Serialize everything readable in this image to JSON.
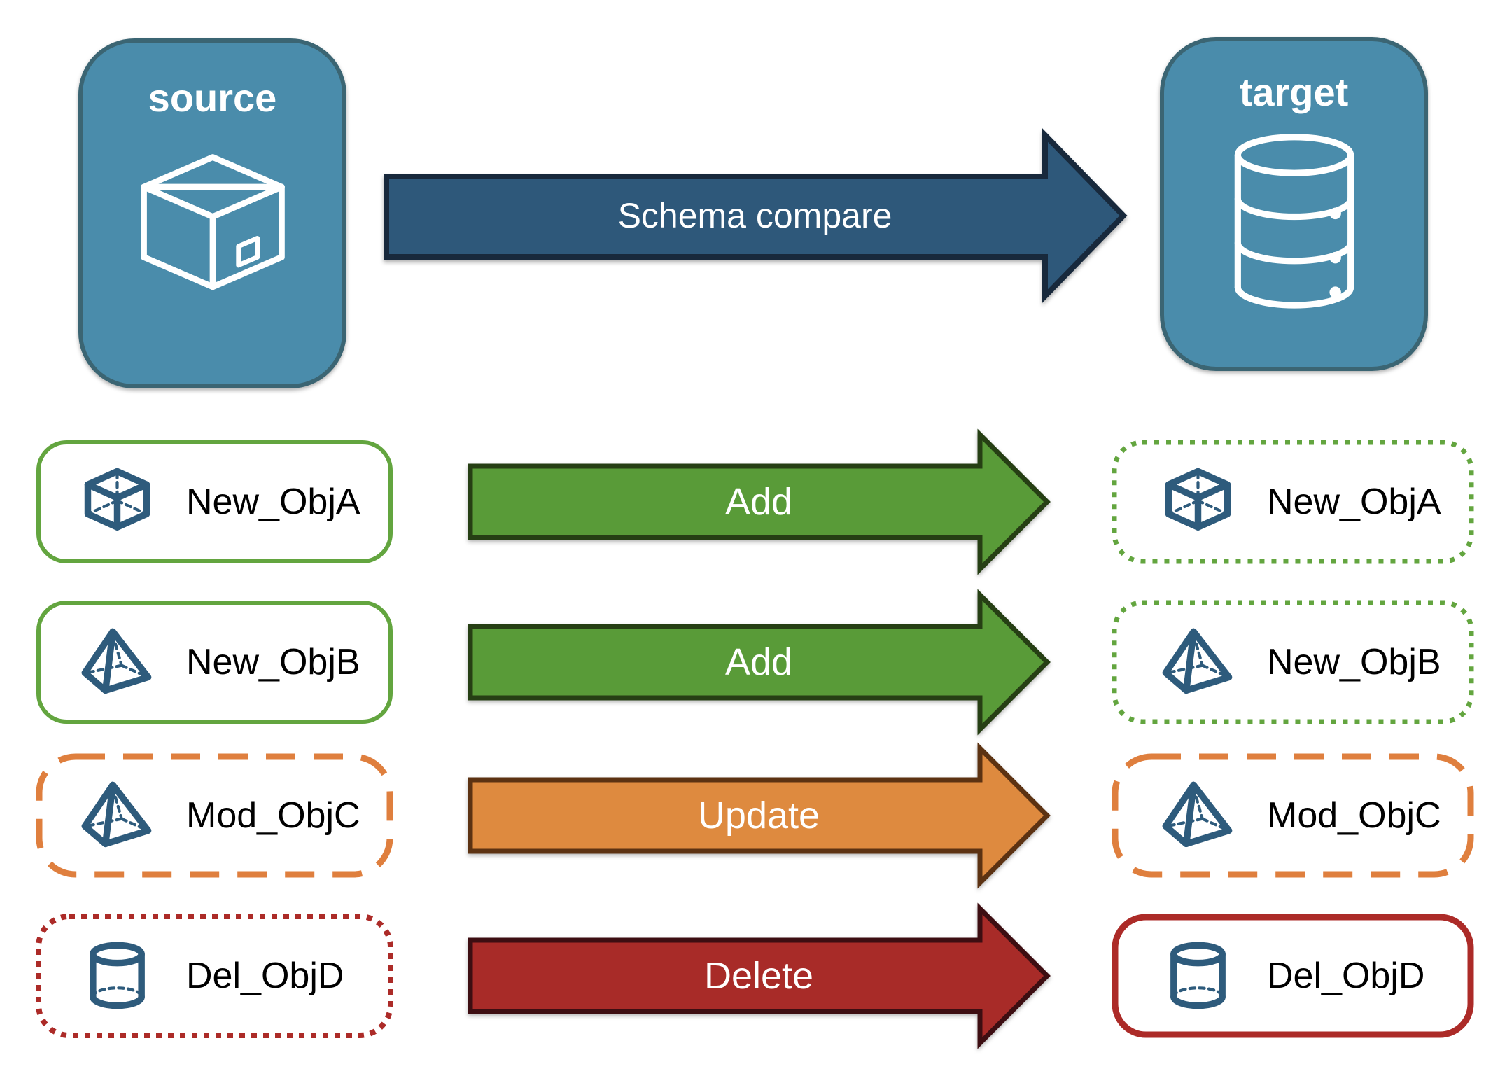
{
  "nodes": {
    "source": {
      "label": "source",
      "icon": "package-icon"
    },
    "target": {
      "label": "target",
      "icon": "database-icon"
    }
  },
  "compare_arrow": {
    "label": "Schema compare"
  },
  "rows": [
    {
      "object": "New_ObjA",
      "icon": "cube-icon",
      "action": "Add",
      "left_border": "solid-green",
      "right_border": "dotted-green"
    },
    {
      "object": "New_ObjB",
      "icon": "pyramid-icon",
      "action": "Add",
      "left_border": "solid-green",
      "right_border": "dotted-green"
    },
    {
      "object": "Mod_ObjC",
      "icon": "pyramid-icon",
      "action": "Update",
      "left_border": "dashed-orange",
      "right_border": "dashed-orange"
    },
    {
      "object": "Del_ObjD",
      "icon": "cylinder-icon",
      "action": "Delete",
      "left_border": "dotted-red",
      "right_border": "solid-red"
    }
  ],
  "colors": {
    "node-fill": "#4A8CAB",
    "node-stroke": "#3B6573",
    "compare-fill": "#2E587A",
    "compare-stroke": "#18293C",
    "add-fill": "#599B38",
    "add-stroke": "#263F14",
    "update-fill": "#DE8A3F",
    "update-stroke": "#5C3212",
    "delete-fill": "#A82B28",
    "delete-stroke": "#3D0E12",
    "green-border": "#63A53F",
    "orange-border": "#DF7F3E",
    "red-border": "#AC2B28",
    "icon-blue": "#2E5B7C",
    "label-color": "#000000",
    "canvas-bg": "#FFFFFF"
  }
}
